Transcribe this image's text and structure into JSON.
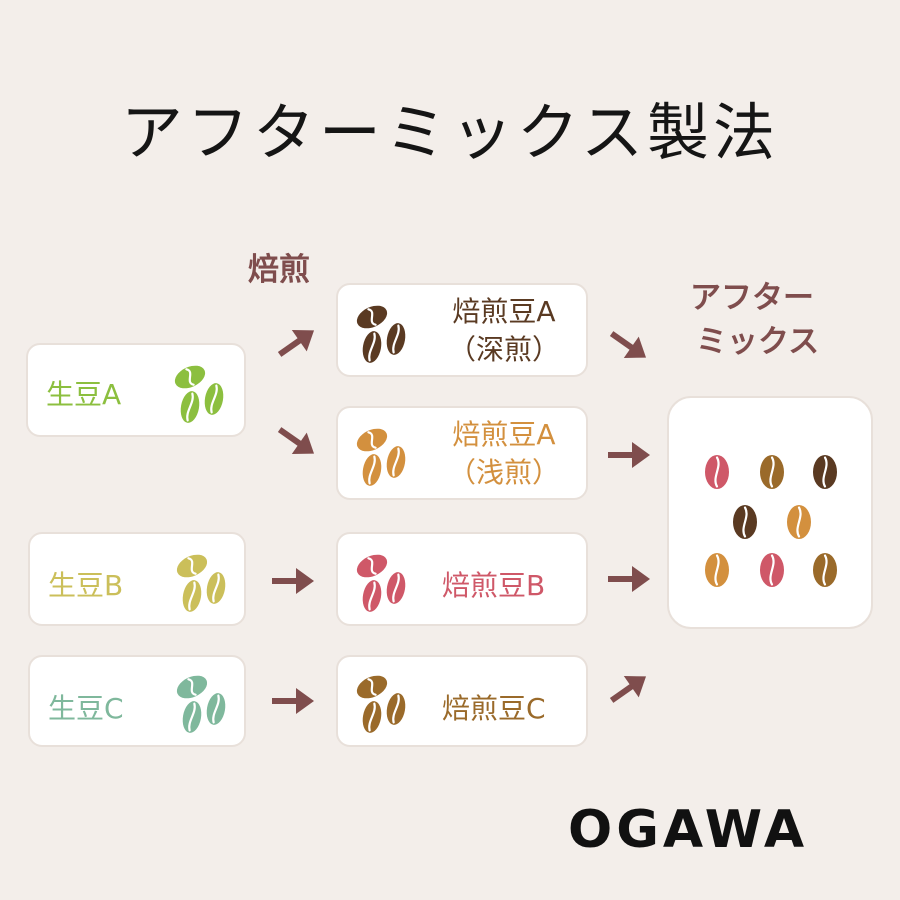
{
  "title": "アフターミックス製法",
  "step_label": "焙煎",
  "result_label": {
    "line1": "アフター",
    "line2": "ミックス"
  },
  "green_beans": [
    {
      "label": "生豆A",
      "color": "#8cbf3f"
    },
    {
      "label": "生豆B",
      "color": "#cbbf5a"
    },
    {
      "label": "生豆C",
      "color": "#7fb89c"
    }
  ],
  "roasted_beans": [
    {
      "label": "焙煎豆A",
      "sub": "（深煎）",
      "color": "#5a3a22"
    },
    {
      "label": "焙煎豆A",
      "sub": "（浅煎）",
      "color": "#d3903e"
    },
    {
      "label": "焙煎豆B",
      "sub": "",
      "color": "#cf5868"
    },
    {
      "label": "焙煎豆C",
      "sub": "",
      "color": "#9a6a2a"
    }
  ],
  "arrow_color": "#7f4d4d",
  "brand": "OGAWA"
}
